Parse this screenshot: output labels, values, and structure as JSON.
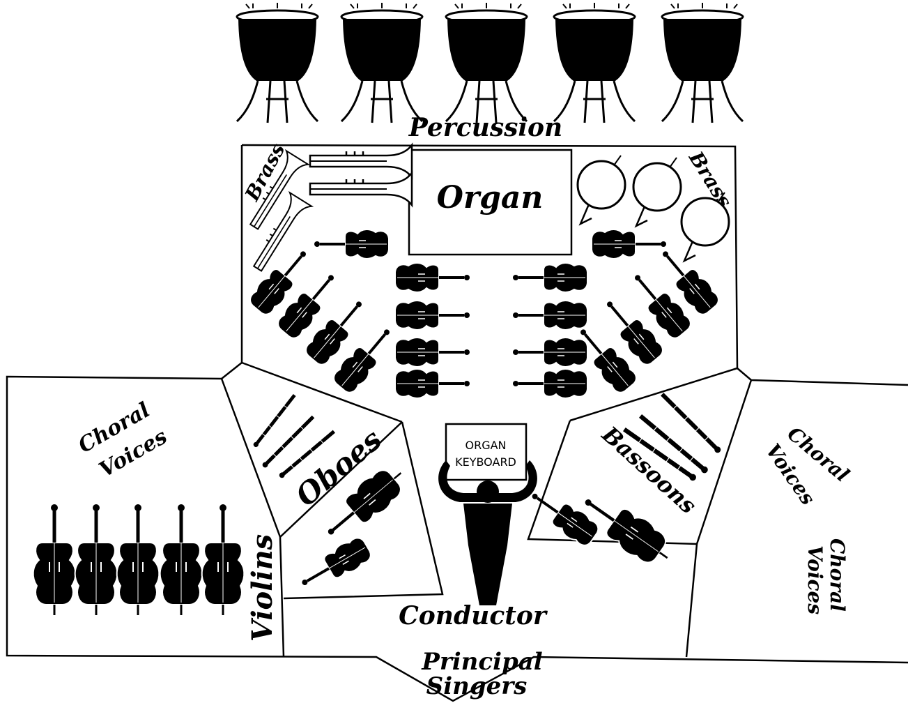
{
  "labels": {
    "percussion": "Percussion",
    "organ": "Organ",
    "brass_left": "Brass",
    "brass_right": "Brass",
    "choral_left_line1": "Choral",
    "choral_left_line2": "Voices",
    "choral_right_a_line1": "Choral",
    "choral_right_a_line2": "Voices",
    "choral_right_b_line1": "Choral",
    "choral_right_b_line2": "Voices",
    "oboes": "Oboes",
    "bassoons": "Bassoons",
    "violins": "Violins",
    "organ_keyboard_line1": "ORGAN",
    "organ_keyboard_line2": "KEYBOARD",
    "conductor": "Conductor",
    "principal_line1": "Principal",
    "principal_line2": "Singers"
  },
  "colors": {
    "ink": "#000000",
    "paper": "#ffffff"
  },
  "icons": [
    "timpani-icon",
    "trumpet-icon",
    "french-horn-icon",
    "violin-icon",
    "cello-icon",
    "oboe-icon",
    "bassoon-icon",
    "conductor-icon"
  ]
}
